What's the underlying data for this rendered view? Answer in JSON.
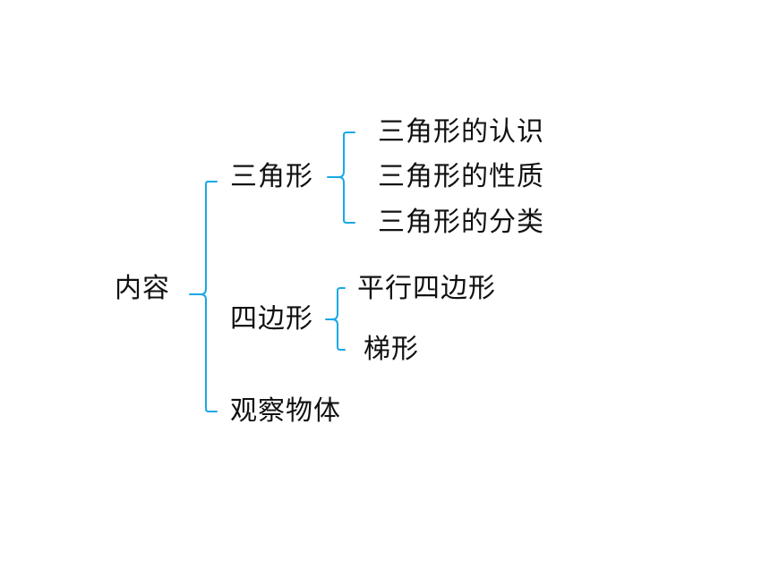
{
  "root": {
    "label": "内容"
  },
  "branches": [
    {
      "label": "三角形",
      "children": [
        "三角形的认识",
        "三角形的性质",
        "三角形的分类"
      ]
    },
    {
      "label": "四边形",
      "children": [
        "平行四边形",
        "梯形"
      ]
    },
    {
      "label": "观察物体",
      "children": []
    }
  ],
  "colors": {
    "brace": "#1aa8e6",
    "text": "#111111",
    "background": "#ffffff"
  }
}
